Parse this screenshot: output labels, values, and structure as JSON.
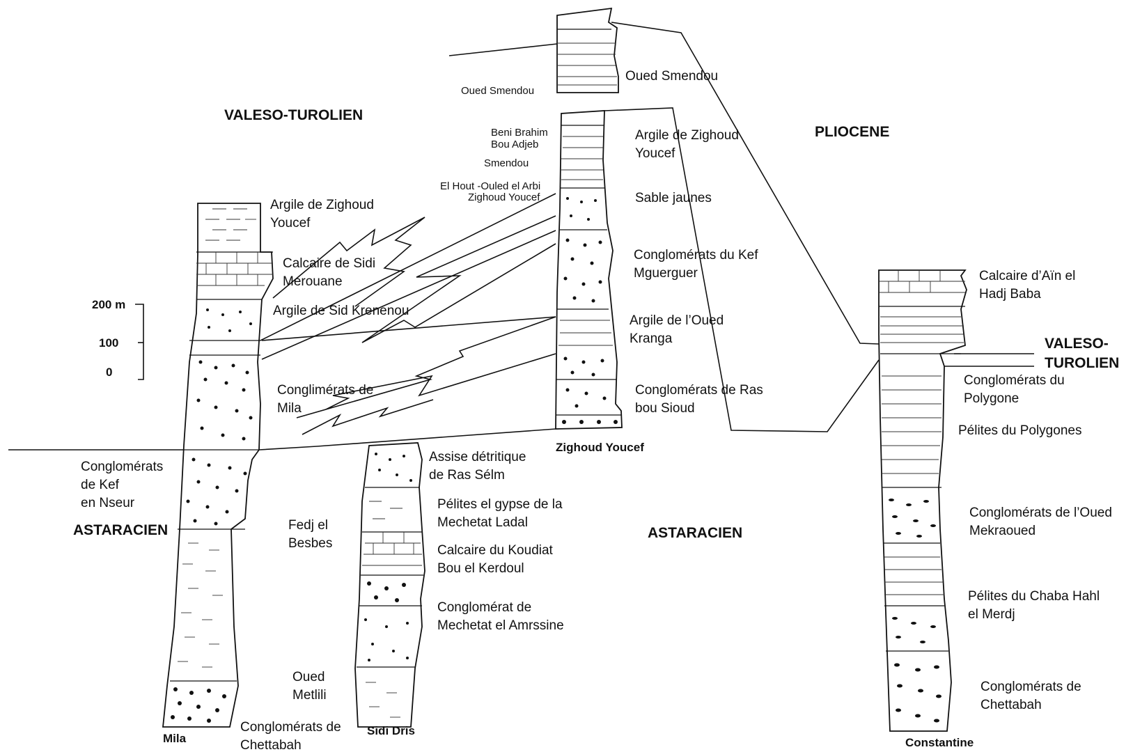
{
  "stage_labels": {
    "valeso_top": "VALESO-TUROLIEN",
    "pliocene": "PLIOCENE",
    "astaracien_left": "ASTARACIEN",
    "astaracien_mid": "ASTARACIEN",
    "valeso_right_1": "VALESO-",
    "valeso_right_2": "TUROLIEN"
  },
  "scale_bar": {
    "t200": "200 m",
    "t100": "100",
    "t0": "0"
  },
  "columns": {
    "mila": {
      "name": "Mila",
      "units": [
        {
          "l1": "Argile de Zighoud",
          "l2": "Youcef"
        },
        {
          "l1": "Calcaire de Sidi",
          "l2": "Merouane"
        },
        {
          "l1": "Argile de Sid Krenenou",
          "l2": ""
        },
        {
          "l1": "Conglimérats de",
          "l2": "Mila"
        },
        {
          "l1": "Conglomérats",
          "l2": "de Kef",
          "l3": "en Nseur"
        },
        {
          "l1": "Fedj el",
          "l2": "Besbes"
        },
        {
          "l1": "Oued",
          "l2": "Metlili"
        },
        {
          "l1": "Conglomérats de",
          "l2": "Chettabah"
        }
      ]
    },
    "sidi_dris": {
      "name": "Sidi Dris",
      "units": [
        {
          "l1": "Assise détritique",
          "l2": "de Ras Sélm"
        },
        {
          "l1": "Pélites el gypse de la",
          "l2": "Mechetat Ladal"
        },
        {
          "l1": "Calcaire du Koudiat",
          "l2": "Bou el Kerdoul"
        },
        {
          "l1": "Conglomérat de",
          "l2": "Mechetat el Amrssine"
        }
      ]
    },
    "zighoud": {
      "name": "Zighoud Youcef",
      "left_small": {
        "oued_smendou": "Oued Smendou",
        "beni_brahim": "Beni Brahim",
        "bou_adjeb": "Bou Adjeb",
        "smendou": "Smendou",
        "el_hout": "El Hout -Ouled el Arbi",
        "zighoud_youcef": "Zighoud Youcef"
      },
      "units": [
        {
          "l1": "Oued Smendou",
          "l2": ""
        },
        {
          "l1": "Argile de Zighoud",
          "l2": "Youcef"
        },
        {
          "l1": "Sable jaunes",
          "l2": ""
        },
        {
          "l1": "Conglomérats du Kef",
          "l2": "Mguerguer"
        },
        {
          "l1": "Argile de l’Oued",
          "l2": "Kranga"
        },
        {
          "l1": "Conglomérats de Ras",
          "l2": "bou Sioud"
        }
      ]
    },
    "constantine": {
      "name": "Constantine",
      "units": [
        {
          "l1": "Calcaire d’Aïn el",
          "l2": "Hadj Baba"
        },
        {
          "l1": "Conglomérats du",
          "l2": "Polygone"
        },
        {
          "l1": "Pélites du Polygones",
          "l2": ""
        },
        {
          "l1": "Conglomérats de l’Oued",
          "l2": "Mekraoued"
        },
        {
          "l1": "Pélites du Chaba Hahl",
          "l2": "el Merdj"
        },
        {
          "l1": "Conglomérats de",
          "l2": "Chettabah"
        }
      ]
    }
  }
}
